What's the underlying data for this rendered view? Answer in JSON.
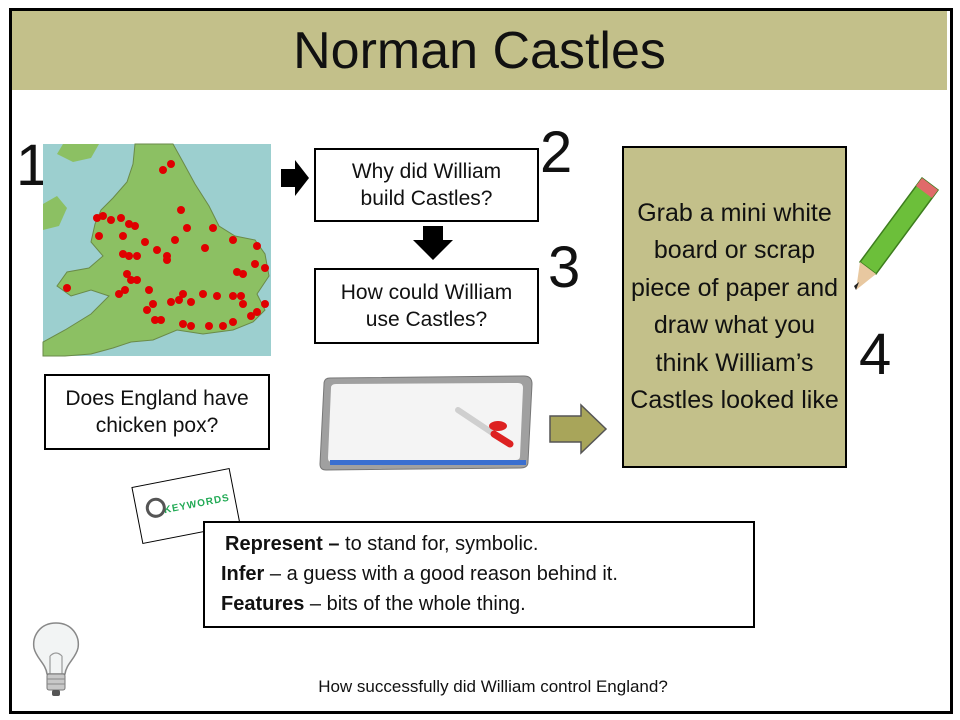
{
  "title": "Norman Castles",
  "step_numbers": {
    "one": "1",
    "two": "2",
    "three": "3",
    "four": "4"
  },
  "boxes": {
    "question_why": "Why did William build Castles?",
    "question_how": "How could William use Castles?",
    "question_pox": "Does England have chicken pox?"
  },
  "instruction": "Grab a mini white board or scrap piece of paper and draw what you think William’s Castles looked like",
  "keywords_badge": "KEYWORDS",
  "keywords": [
    {
      "term": "Represent –",
      "definition": " to stand for, symbolic."
    },
    {
      "term": "Infer",
      "definition": " – a guess with a good reason behind it."
    },
    {
      "term": "Features",
      "definition": " – bits of the whole thing."
    }
  ],
  "footer": "How successfully did William control England?",
  "colors": {
    "banner": "#c3c08a",
    "arrow_fill": "#a8a55a",
    "castle_dot": "#e00000",
    "map_sea": "#9ccfcf",
    "map_land": "#8cc063"
  }
}
